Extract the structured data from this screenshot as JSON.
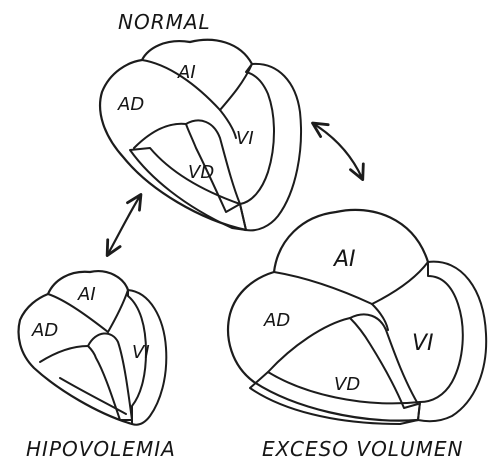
{
  "diagram": {
    "hearts": {
      "normal": {
        "title": "NORMAL",
        "chambers": {
          "ai": "AI",
          "ad": "AD",
          "vi": "VI",
          "vd": "VD"
        }
      },
      "hypovolemia": {
        "title": "HIPOVOLEMIA",
        "chambers": {
          "ai": "AI",
          "ad": "AD",
          "vi": "VI"
        }
      },
      "excess_volume": {
        "title": "EXCESO VOLUMEN",
        "chambers": {
          "ai": "AI",
          "ad": "AD",
          "vi": "VI",
          "vd": "VD"
        }
      }
    },
    "colors": {
      "ink": "#1c1c1c",
      "background": "#ffffff"
    }
  }
}
